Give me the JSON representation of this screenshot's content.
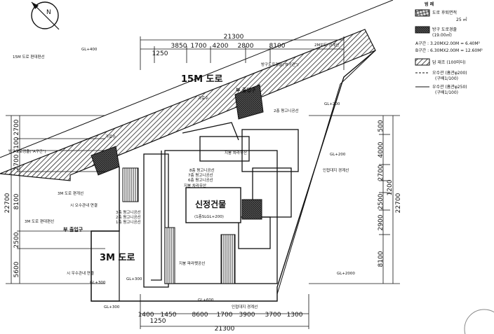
{
  "compass": {
    "label": "N"
  },
  "roads": {
    "main": "15M 도로",
    "side": "3M 도로",
    "main_boundary": "15M 도로 편대편선",
    "side_boundary": "3M 도로 편대편선",
    "side_road_left": "3M 도로 편개선",
    "side_road_top": "2M보도 경계선"
  },
  "building": {
    "title": "신정건물",
    "subtitle": "(1층SLGL+200)"
  },
  "top_total": "21300",
  "top_dims": [
    "1250",
    "3850",
    "1700",
    "4200",
    "2800",
    "8100"
  ],
  "bottom_total": "21300",
  "bottom_dims": [
    "1400",
    "1450",
    "8600",
    "1700",
    "3900",
    "3700",
    "1300"
  ],
  "bottom_sub": "1250",
  "left_total": "22700",
  "left_dims": [
    "2700",
    "1100",
    "2700",
    "8100",
    "2500",
    "5600"
  ],
  "right_total": "22700",
  "right_dims": [
    "500",
    "4000",
    "2700",
    "1200",
    "2500",
    "2900",
    "8100"
  ],
  "levels": {
    "gl400": "GL+400",
    "gl200a": "GL+200",
    "gl200b": "GL+200",
    "gl2000": "GL+2000",
    "gl300": "GL+300",
    "gl300b": "GL+300",
    "gl300c": "GL+300",
    "gl600": "GL+600"
  },
  "notes": {
    "n1": "방구도로경줄(\"A구간\")",
    "n2": "가로수",
    "n3": "가로수",
    "n4": "부 출입구",
    "n5": "부 출입구",
    "n6": "지붕 차라무산",
    "n7": "8층 평고니공선",
    "n8": "7층 평고니공선",
    "n9": "6층 평고니공선",
    "n10": "지붕 차라무산",
    "n11": "인접대지 경계선",
    "n12": "인접대지 경계선",
    "n13": "지붕 파라펫공선",
    "n14": "시 오수관내 연결",
    "n15": "시 우수관내 연결",
    "n16": "3층 평고니공선",
    "n17": "2층 평고니공선",
    "n18": "1층 평고니공선",
    "n19": "방구도로경줄(\"B구간\")",
    "n20": "2층 평고니공선"
  },
  "legend": {
    "title": "범 례",
    "item1": "도로 후퇴면적",
    "item1_area": "25 ㎡",
    "item2": "방구 도로경줄",
    "item2_area": "(19.00㎡)",
    "calc_a": "A구간 : 3.20MX2.00M = 6.40M²",
    "calc_b": "B구간 : 6.30MX2.00M = 12.60M²",
    "item3": "담 재조 (100미터)",
    "item4": "오수관 (흄관φ200)",
    "item4_slope": "(구배1/100)",
    "item5": "우수관 (흄관φ250)",
    "item5_slope": "(구배1/100)"
  }
}
